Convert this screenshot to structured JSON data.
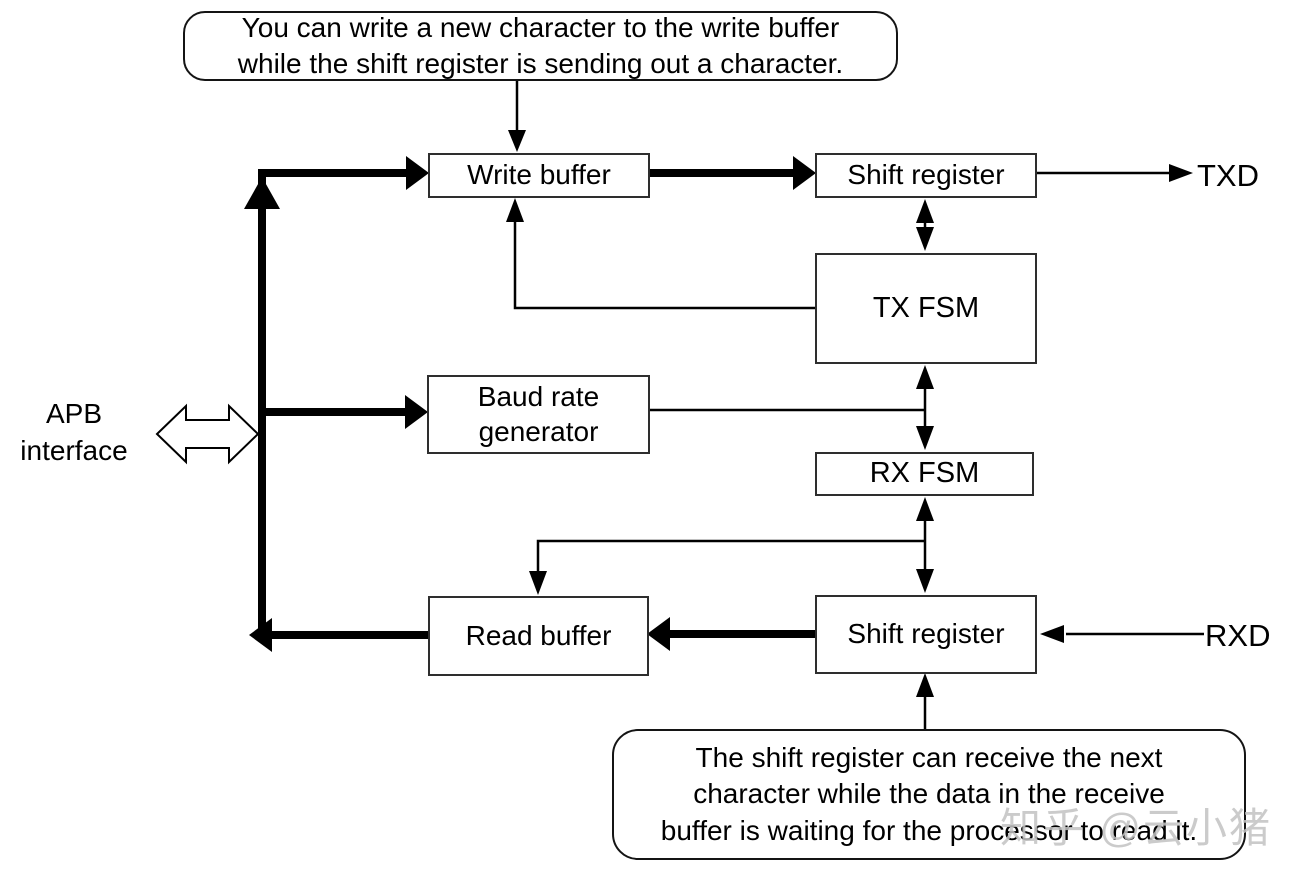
{
  "blocks": {
    "write_buffer": "Write buffer",
    "tx_shift_register": "Shift register",
    "tx_fsm": "TX FSM",
    "baud_rate_generator": {
      "line1": "Baud rate",
      "line2": "generator"
    },
    "rx_fsm": "RX FSM",
    "read_buffer": "Read buffer",
    "rx_shift_register": "Shift register"
  },
  "ports": {
    "txd": "TXD",
    "rxd": "RXD"
  },
  "bus": {
    "label_line1": "APB",
    "label_line2": "interface"
  },
  "callouts": {
    "top": {
      "lines": [
        "You can write a new character to the write buffer",
        "while the shift register is sending out a character."
      ]
    },
    "bottom": {
      "lines": [
        "The shift register can receive the next",
        "character while the data in the receive",
        "buffer is waiting for the processor to read it."
      ]
    }
  },
  "watermark": "知乎 @云小猪",
  "colors": {
    "line": "#000000",
    "box_border": "#2e2e2e",
    "box_fill": "#ffffff",
    "background": "#ffffff",
    "watermark": "#c3c3c3"
  }
}
